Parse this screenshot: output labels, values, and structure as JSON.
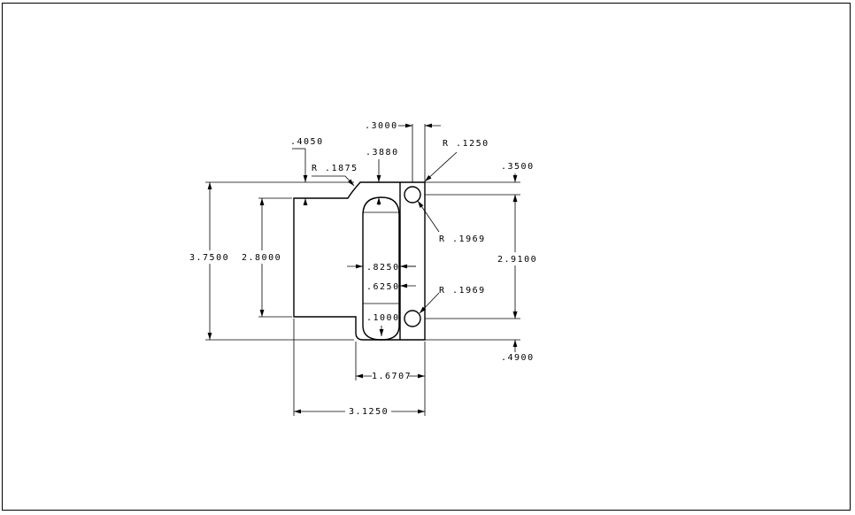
{
  "dimensions": {
    "width_overall": "3.1250",
    "height_overall": "3.7500",
    "inner_height": "2.8000",
    "slot_offset": "1.6707",
    "top_step": ".4050",
    "fillet_radius": "R .1875",
    "slot_top": ".3880",
    "hole_spacing_x": ".3000",
    "hole_radius_small": "R .1250",
    "hole_top": ".3500",
    "hole_radius_upper": "R .1969",
    "hole_spacing_y": "2.9100",
    "slot_dist_a": ".8250",
    "slot_dist_b": ".6250",
    "hole_radius_lower": "R .1969",
    "slot_bottom": ".1000",
    "hole_bottom": ".4900"
  }
}
